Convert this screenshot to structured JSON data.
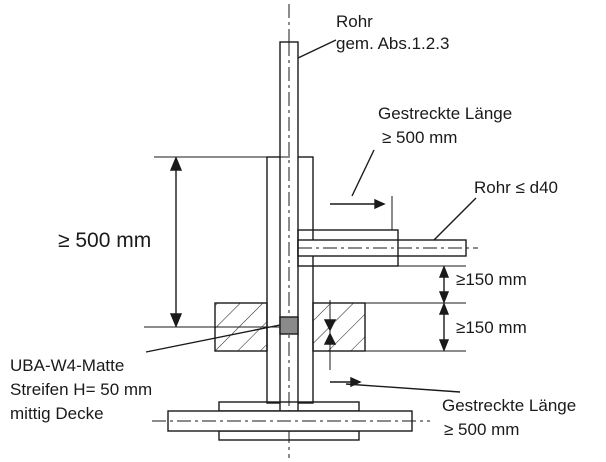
{
  "labels": {
    "pipe_title_line1": "Rohr",
    "pipe_title_line2": "gem. Abs.1.2.3",
    "stretched_length_top_line1": "Gestreckte Länge",
    "stretched_length_top_line2": "≥ 500 mm",
    "branch_pipe": "Rohr ≤ d40",
    "min_length_left": "≥ 500 mm",
    "dim_150_upper": "≥150 mm",
    "dim_150_lower": "≥150 mm",
    "mat_line1": "UBA-W4-Matte",
    "mat_line2": "Streifen H= 50 mm",
    "mat_line3": "mittig Decke",
    "stretched_length_bottom_line1": "Gestreckte Länge",
    "stretched_length_bottom_line2": "≥ 500 mm"
  },
  "colors": {
    "line": "#1a1a1a",
    "mat_fill": "#8a8a8a",
    "background": "#ffffff"
  }
}
